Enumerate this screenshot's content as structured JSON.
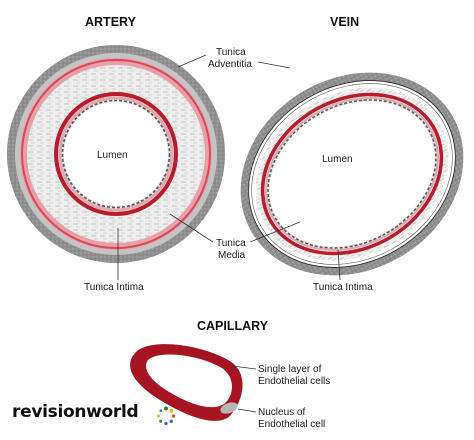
{
  "headings": {
    "artery": "ARTERY",
    "vein": "VEIN",
    "capillary": "CAPILLARY"
  },
  "labels": {
    "tunica_adventitia_line1": "Tunica",
    "tunica_adventitia_line2": "Adventitia",
    "tunica_media_line1": "Tunica",
    "tunica_media_line2": "Media",
    "artery_lumen": "Lumen",
    "vein_lumen": "Lumen",
    "artery_tunica_intima": "Tunica Intima",
    "vein_tunica_intima": "Tunica Intima",
    "single_layer_line1": "Single layer of",
    "single_layer_line2": "Endothelial cells",
    "nucleus_line1": "Nucleus of",
    "nucleus_line2": "Endothelial cell"
  },
  "logo": {
    "text": "revisionworld"
  },
  "colors": {
    "adventitia_gray": "#9a9a9a",
    "media_light": "#e9e9e9",
    "elastic_red": "#b81d2e",
    "intima_pink": "#e26a78",
    "capillary_red": "#a51420",
    "nucleus_gray": "#b5b5b5"
  }
}
